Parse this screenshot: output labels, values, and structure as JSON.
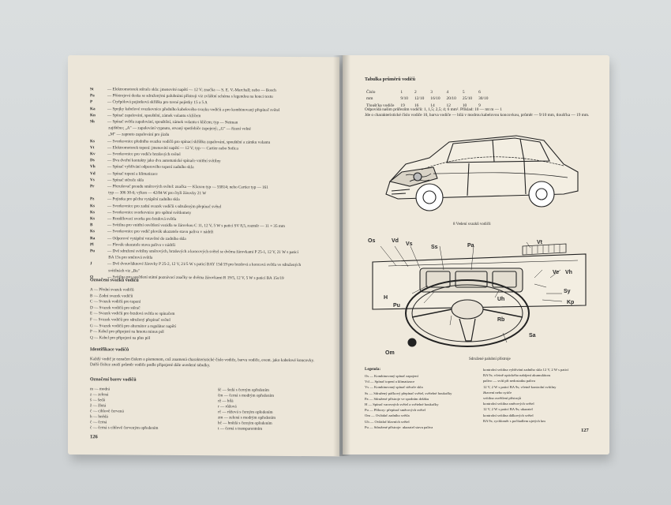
{
  "left_page": {
    "legend1": [
      {
        "code": "St",
        "text": "— Elektromotorek stěrače skla: jmenovité napětí — 12 V; značka — S. E. V.-Marchall; nebo — Bosch"
      },
      {
        "code": "Pa",
        "text": "— Přístrojová deska se sdruženými palubními přístroji viz zvláštní schéma s legendou na konci textu"
      },
      {
        "code": "P",
        "text": "— Čtyřpólová pojistková skříňka pro tavné pojistky 15 a 5 A"
      },
      {
        "code": "Ka",
        "text": "— Spojky kabelové svazkovnice předního kabelového svazku vodičů a pro kombinovaný přepínač světel"
      },
      {
        "code": "Kn",
        "text": "— Spínač zapalování, spouštění, zámek volantu s klíčem"
      },
      {
        "code": "Sh",
        "text": "— Spínač světla zapalování, spouštění, zámek volantu s klíčem; typ — Neiman"
      },
      {
        "code": "",
        "text": "   zajištěno; „A\" — zapalování vypnuto, otvaný spotřebiče zapojený; „G\" — řízení volné"
      },
      {
        "code": "",
        "text": "   „M\" — zapnuto zapalování pro jízdu"
      },
      {
        "code": "Ks",
        "text": "— Svorkovnice předního svazku vodičů pro spínací skříňku zapalování, spouštění a zámku volantu"
      },
      {
        "code": "Vt",
        "text": "— Elektromotorek topení: jmenovité napětí — 12 V; typ — Cartier nebo Sofica"
      },
      {
        "code": "Kv",
        "text": "— Svorkovnice pro vodiče brzdových světel"
      },
      {
        "code": "Ds",
        "text": "— Dva dveřní kontakty jako dva automatické spínače vnitřní svítilny"
      },
      {
        "code": "Vh",
        "text": "— Spínač vyhřívání odporového topení zadního skla"
      },
      {
        "code": "Vd",
        "text": "— Spínač topení a klimatizace"
      },
      {
        "code": "Vs",
        "text": "— Spínač stěrače skla"
      },
      {
        "code": "Pr",
        "text": "— Přerušovač proudu směrových světel: značka — Klaxon typ — 55814; nebo Cartier typ — 161"
      },
      {
        "code": "",
        "text": "   typ — 306 30-6; výkon — 42/84 W pro čtyři žárovky 21 W"
      },
      {
        "code": "Pz",
        "text": "— Pojistka pro pěchu vytápění zadního skla"
      },
      {
        "code": "Ks",
        "text": "— Svorkovnice pro zadní svazek vodičů s sdruženým přepínač světel"
      },
      {
        "code": "Ks",
        "text": "— Svorkovnice svorkovnice pro spětné světlomety"
      },
      {
        "code": "Ks",
        "text": "— Rozdělovací svorka pro brzdová světla"
      },
      {
        "code": "B",
        "text": "— Svítilna pro vnitřní osvětlení vozidla se žárovkou C 11, 12 V, 5 W s paticí SV 8,5, rozměr — 11 × 35 mm"
      },
      {
        "code": "Ks",
        "text": "— Svorkovnice pro vodič plovák ukazatele stavu paliva v nádrži"
      },
      {
        "code": "Ra",
        "text": "— Odporové vytápění vstavěné do zadního skla"
      },
      {
        "code": "Pl",
        "text": "— Plovák ukazatele stavu paliva v nádrži"
      },
      {
        "code": "Pu",
        "text": "— Dvě sdružené svítilny směrových, brzdových a koncových světel se dvěma žárovkami P 25-1, 12 V, 21 W s paticí"
      },
      {
        "code": "",
        "text": "   BA 15s pro směrová světla"
      },
      {
        "code": "J",
        "text": "— Dvě dvouvláknové žárovky P 25-2, 12 V, 21/5 W s paticí BAY 15d/19 pro brzdová a koncová světla ve sdružených"
      },
      {
        "code": "",
        "text": "   svítilnách viz „Bu\""
      },
      {
        "code": "O",
        "text": "— Svítilna pro osvětlení státní poznávací značky se dvěma žárovkami R 19/5, 12 V, 5 W s paticí BA 15s/19"
      }
    ],
    "section_svazky": {
      "title": "Označení svazků vodičů",
      "items": [
        "A      — Přední svazek vodičů",
        "B      — Zadní svazek vodičů",
        "C      — Svazek vodičů pro topení",
        "D      — Svazek vodičů pro stěrač",
        "E      — Svazek vodičů pro brzdová světla se spínačem",
        "F      — Svazek vodičů pro sdružený přepínač světel",
        "G      — Svazek vodičů pro alternátor a regulátor napětí",
        "P      — Kabel pro připojení na hmotu     minus pól",
        "Q      — Kabel pro připojení na plus pól"
      ]
    },
    "section_identifikace": {
      "title": "Identifikace vodičů",
      "text": "Každý vodič je označen číslem a písmenem, což znamená charakteristické číslo vodiče, barvu vodiče, event. jako kabelové koncovky. Další číslice značí průměr vodiče podle připojené dále uvedené tabulky."
    },
    "section_barvy": {
      "title": "Označení barev vodičů",
      "left": [
        "m   — modrá",
        "z   — zelená",
        "š   — šedá",
        "ž   — žlutá",
        "č   — cihlově červená",
        "h   — hnědá",
        "č   — černá",
        "č   — černá s cihlově červeným opředením"
      ],
      "right": [
        "šč  — šedá s černým opředením",
        "čm  — černá s modrým opředením",
        "rž  — bílá",
        "r   — růžová",
        "rč  — růžová s černým opředením",
        "zm  — zelená s modrým opředením",
        "hč  — hnědá s černým opředením",
        "t   — černá s transparentním"
      ]
    },
    "page_number": "126"
  },
  "right_page": {
    "table_title": "Tabulka průměrů vodičů",
    "table": {
      "rows": [
        [
          "Číslo",
          "1",
          "2",
          "3",
          "4",
          "5",
          "6"
        ],
        [
          "mm",
          "9/10",
          "12/10",
          "16/10",
          "20/10",
          "25/10",
          "30/10"
        ],
        [
          "Tloušťka vodiče",
          "19",
          "16",
          "14",
          "12",
          "10",
          "9"
        ]
      ]
    },
    "table_note": "Odpovídá našim průřezům vodičů: 1, 1,5; 2,5; 4; 6 mm². Příklad: 10 — mt  m — 1\nJde o charakteristické číslo vodiče 10, barva vodiče — bílá v modrou kabelovou koncovkou, průměr — 9/10 mm, tloušťka — 19 mm.",
    "fig1_caption": "8 Vedení svazků vodičů",
    "fig2_caption": "Sdružené palubní přístroje",
    "fig2_labels": [
      "Os",
      "Vd",
      "Vs",
      "Ss",
      "Pa",
      "Vt",
      "Ve",
      "Vh",
      "H",
      "Pu",
      "Uh",
      "Sy",
      "Kp",
      "Rb",
      "Sa",
      "Om"
    ],
    "legend_title": "Legenda:",
    "legend_left": [
      "Os — Kombinovaný spínač zapojení",
      "Vd — Spínač topení a klimatizace",
      "Vs — Kombinovaný spínač stěrače skla",
      "Ss — Sdružený páčkový přepínač světel, světelné houkačky",
      "Pa — Sdružené přístroje ve spodním držáku",
      "H — Spínač varovných světel a světelné houkačky",
      "Pu — Přibory: přepínač směrových světel",
      "Om — Ovládač zadního světla",
      "Uh — Ovládač hlavních světel",
      "Pu — Sdružené přístroje: ukazatel stavu paliva"
    ],
    "legend_right": [
      "kontrolní svítilna vyhřívání zadního skla 12 V, 2 W s paticí",
      "BA 9s; včetně optického nabíjení akumulátoru",
      "palivo — svítí při nedostatku paliva",
      "12 V, 2 W s paticí BA 9s; včetně kontrolní svítilny",
      "žhavení nebo sytiče",
      "svítilna osvětlení přístrojů",
      "kontrolní svítilna směrových světel",
      "12 V, 2 W s paticí BA 9s; ukazatel",
      "kontrolní svítilna dálkových světel",
      "BA 9s; rychloměr s počítadlem ujetých km"
    ],
    "page_number": "127"
  }
}
